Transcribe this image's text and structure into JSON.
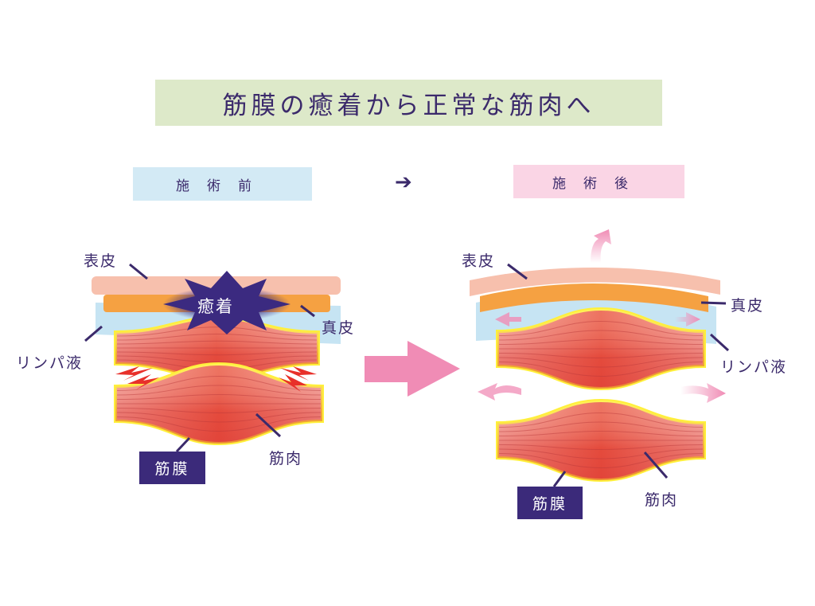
{
  "title": "筋膜の癒着から正常な筋肉へ",
  "before": {
    "label": "施術前",
    "epidermis": "表皮",
    "dermis": "真皮",
    "lymph": "リンパ液",
    "adhesion": "癒着",
    "muscle": "筋肉",
    "fascia": "筋膜"
  },
  "after": {
    "label": "施術後",
    "epidermis": "表皮",
    "dermis": "真皮",
    "lymph": "リンパ液",
    "muscle": "筋肉",
    "fascia": "筋膜"
  },
  "arrow_glyph": "➔",
  "colors": {
    "ink": "#3b2a6b",
    "epidermis": "#f7c0ad",
    "dermis": "#f5a142",
    "lymph": "#c6e4f3",
    "muscle": "#e8463c",
    "fascia": "#fff03a",
    "arrow": "#f08cb5"
  }
}
